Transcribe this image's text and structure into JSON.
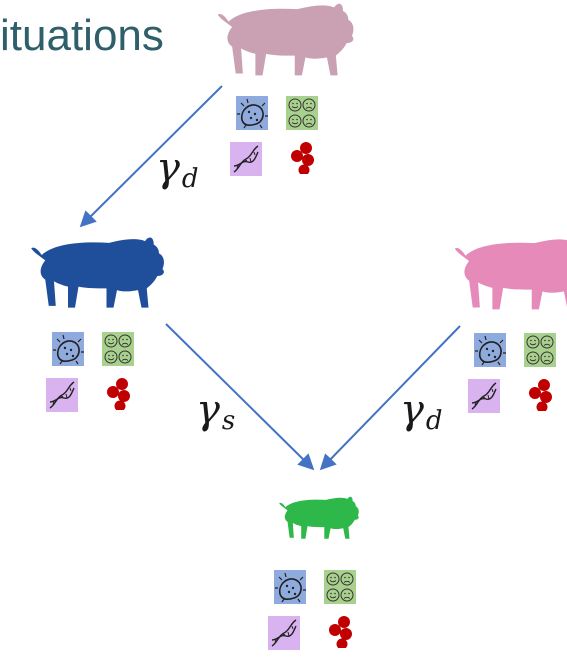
{
  "title": {
    "text": "ituations"
  },
  "edges": {
    "top_to_left": {
      "symbol": "γ",
      "subscript": "d"
    },
    "left_to_bottom": {
      "symbol": "γ",
      "subscript": "s"
    },
    "right_to_bottom": {
      "symbol": "γ",
      "subscript": "d"
    }
  },
  "nodes": [
    {
      "id": "top",
      "pig_color": "#c9a1b3"
    },
    {
      "id": "left",
      "pig_color": "#1f4e9a"
    },
    {
      "id": "right",
      "pig_color": "#e58ab9"
    },
    {
      "id": "bottom",
      "pig_color": "#2eb84a"
    }
  ],
  "colors": {
    "arrow": "#4472c4",
    "bacteria_tile": "#8faadc",
    "face_tile": "#a9d18e",
    "dna_tile": "#d9b3f0",
    "red_dots": "#c00000"
  },
  "icons": [
    "bacteria-icon",
    "faces-icon",
    "dna-icon",
    "red-cells-icon"
  ]
}
